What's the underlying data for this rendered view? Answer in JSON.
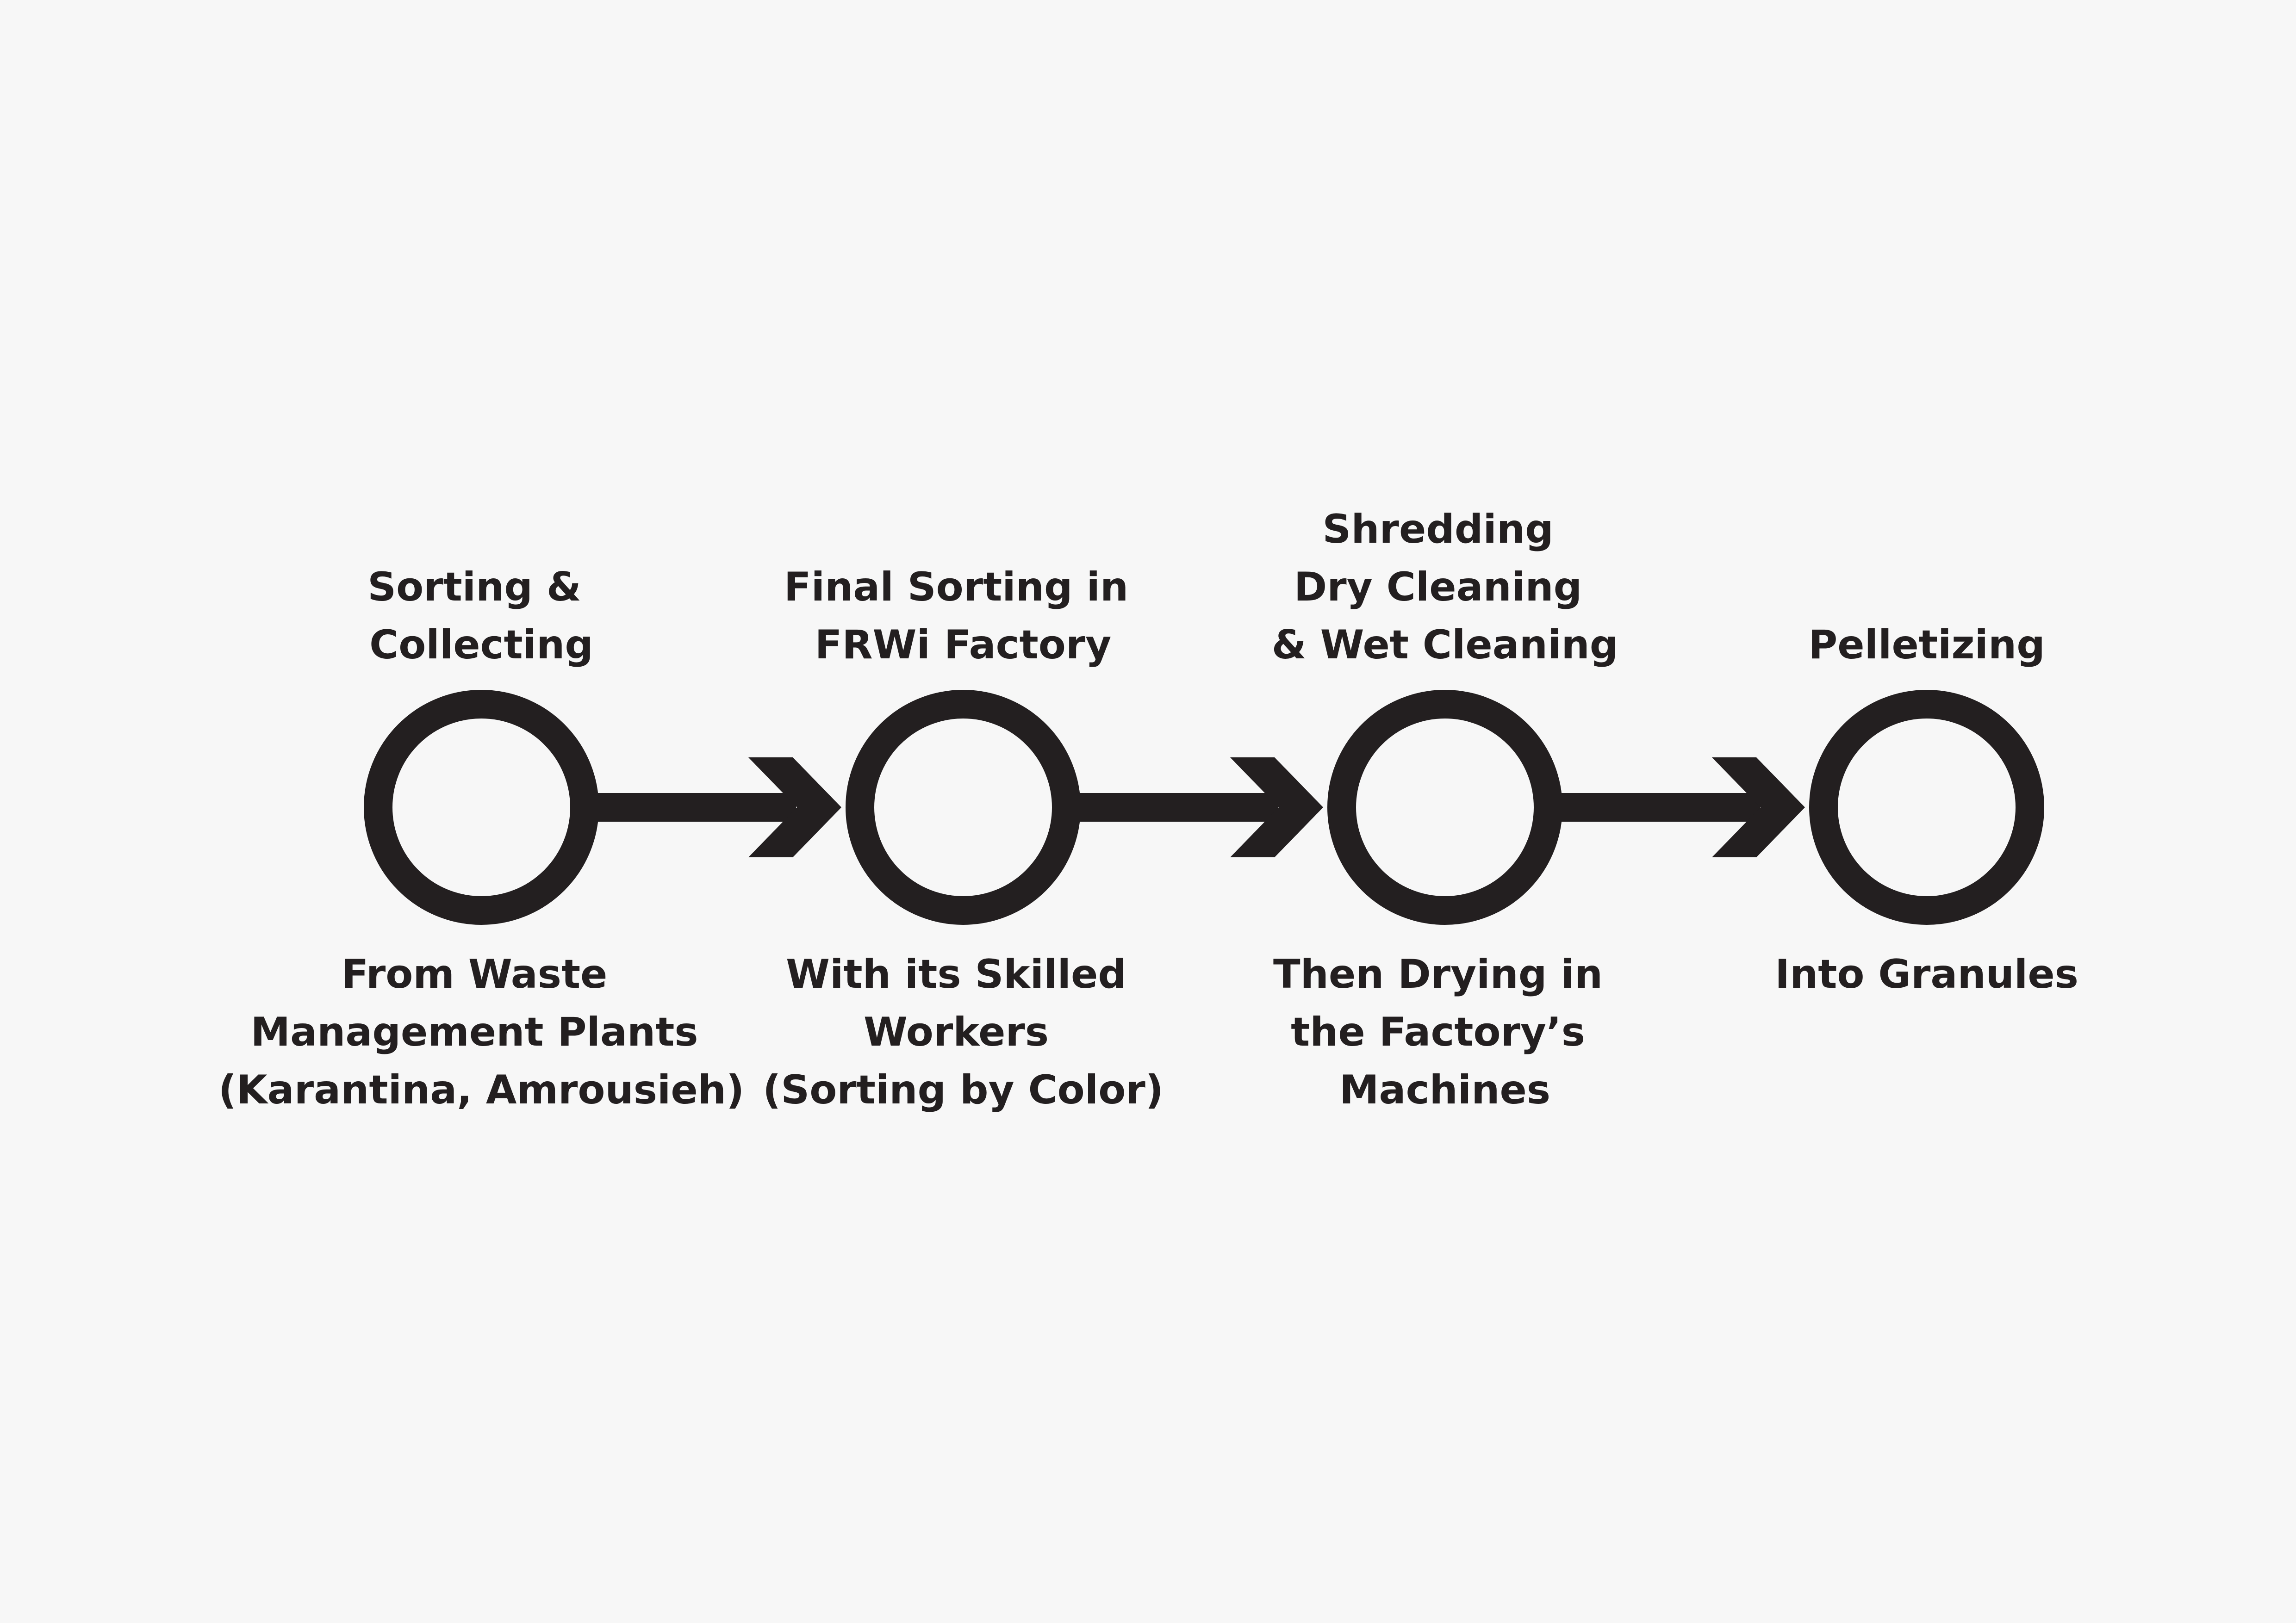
{
  "colors": {
    "background": "#f7f7f7",
    "ink": "#231f20"
  },
  "steps": [
    {
      "title_lines": [
        "Sorting &",
        "Collecting"
      ],
      "detail_lines": [
        "From Waste",
        "Management Plants",
        "(Karantina, Amrousieh)"
      ]
    },
    {
      "title_lines": [
        "Final Sorting in",
        "FRWi Factory"
      ],
      "detail_lines": [
        "With its Skilled",
        "Workers",
        "(Sorting by Color)"
      ]
    },
    {
      "title_lines": [
        "Shredding",
        "Dry Cleaning",
        "& Wet Cleaning"
      ],
      "detail_lines": [
        "Then Drying in",
        "the Factory’s",
        "Machines"
      ]
    },
    {
      "title_lines": [
        "Pelletizing"
      ],
      "detail_lines": [
        "Into Granules"
      ]
    }
  ]
}
